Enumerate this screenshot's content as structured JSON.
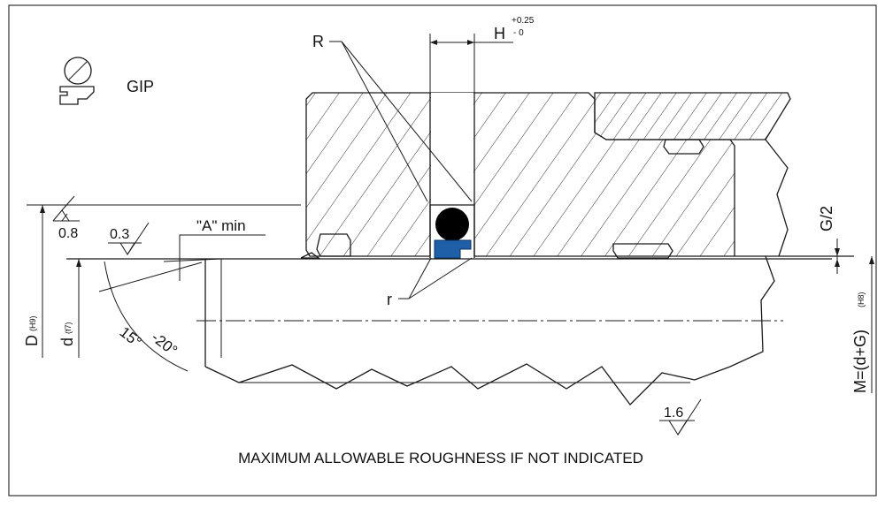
{
  "drawing": {
    "profile_label": "GIP",
    "label_R": "R",
    "label_r": "r",
    "label_H": "H",
    "tol_H_upper": "+0.25",
    "tol_H_lower": "- 0",
    "label_G_half": "G/2",
    "label_A_min": "\"A\" min",
    "roughness_08": "0.8",
    "roughness_03": "0.3",
    "roughness_16": "1.6",
    "chamfer_15": "15°",
    "chamfer_20": "-20°",
    "label_D": "D",
    "label_D_tol": "(H9)",
    "label_d": "d",
    "label_d_tol": "(f7)",
    "label_M": "M=(d+G)",
    "label_M_tol": "(H8)",
    "footnote": "MAXIMUM ALLOWABLE ROUGHNESS IF NOT INDICATED"
  },
  "colors": {
    "oring": "#000000",
    "backup_ring": "#1f5fa8",
    "line": "#1a1a1a"
  }
}
